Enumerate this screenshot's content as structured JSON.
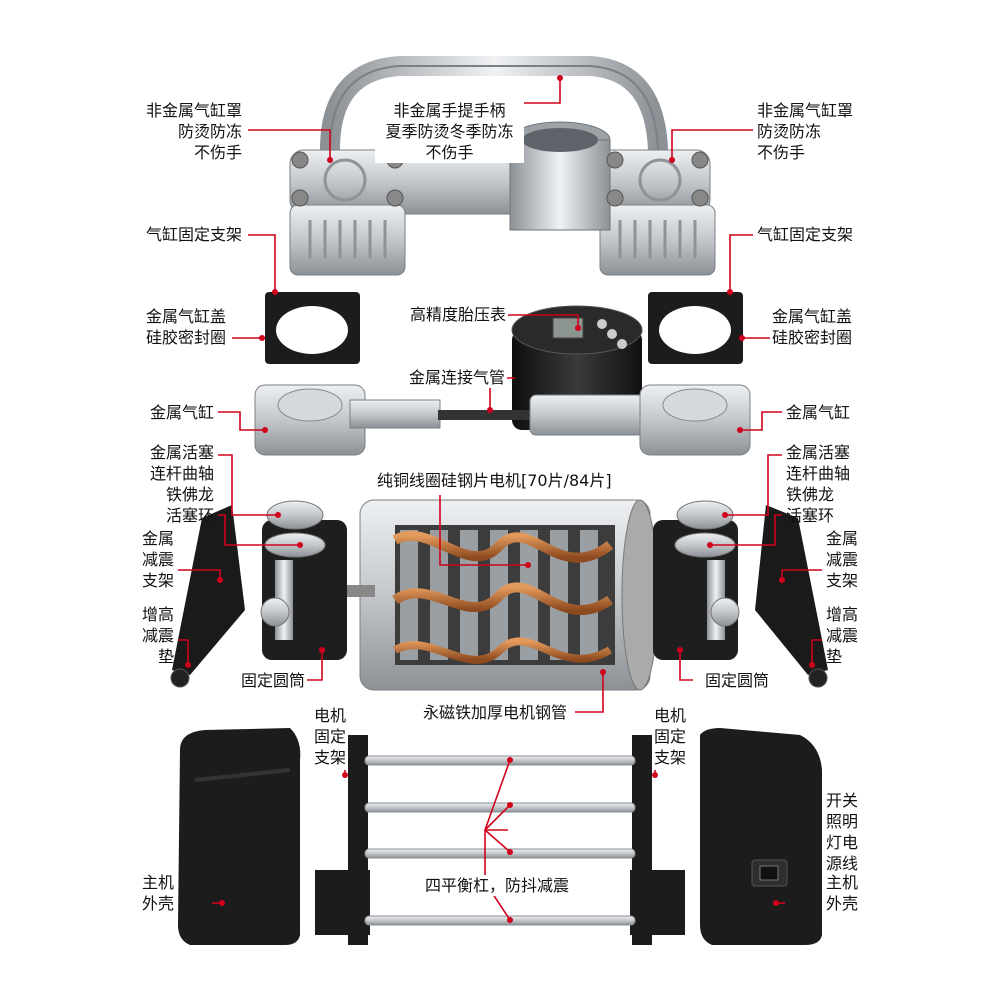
{
  "colors": {
    "leader": "#d0021b",
    "metal": "#c9ccd0",
    "metal_dark": "#8e9399",
    "black": "#1e1e1e",
    "copper": "#c8733a"
  },
  "labels": {
    "shroud_left": "非金属气缸罩\n防烫防冻\n不伤手",
    "handle": "非金属手提手柄\n夏季防烫冬季防冻\n不伤手",
    "shroud_right": "非金属气缸罩\n防烫防冻\n不伤手",
    "bracket_left": "气缸固定支架",
    "bracket_right": "气缸固定支架",
    "cap_left": "金属气缸盖\n硅胶密封圈",
    "gauge": "高精度胎压表",
    "cap_right": "金属气缸盖\n硅胶密封圈",
    "pipe": "金属连接气管",
    "cyl_left": "金属气缸",
    "cyl_right": "金属气缸",
    "piston_left": "金属活塞\n连杆曲轴\n铁佛龙\n活塞环",
    "motor": "纯铜线圈硅钢片电机[70片/84片]",
    "piston_right": "金属活塞\n连杆曲轴\n铁佛龙\n活塞环",
    "mount_left": "金属\n减震\n支架",
    "mount_right": "金属\n减震\n支架",
    "pad_left": "增高\n减震\n垫",
    "pad_right": "增高\n减震\n垫",
    "tube_left": "固定圆筒",
    "tube_right": "固定圆筒",
    "magnet": "永磁铁加厚电机钢管",
    "frame_left": "电机\n固定\n支架",
    "frame_right": "电机\n固定\n支架",
    "switch": "开关\n照明\n灯电\n源线",
    "rods": "四平衡杠，防抖减震",
    "housing_left": "主机\n外壳",
    "housing_right": "主机\n外壳"
  }
}
